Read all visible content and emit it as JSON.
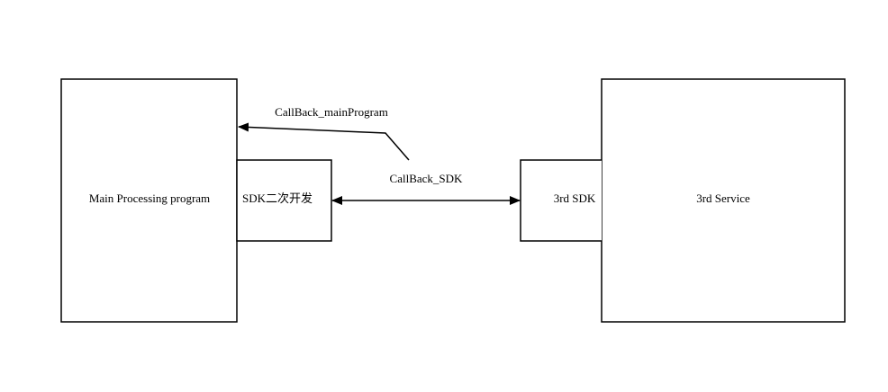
{
  "diagram": {
    "nodes": {
      "main_program": {
        "label": "Main Processing program"
      },
      "sdk_dev": {
        "label": "SDK二次开发"
      },
      "third_sdk": {
        "label": "3rd SDK"
      },
      "third_service": {
        "label": "3rd Service"
      }
    },
    "edges": {
      "callback_main": {
        "label": "CallBack_mainProgram"
      },
      "callback_sdk": {
        "label": "CallBack_SDK"
      }
    },
    "colors": {
      "stroke": "#000000",
      "background": "#ffffff"
    }
  }
}
